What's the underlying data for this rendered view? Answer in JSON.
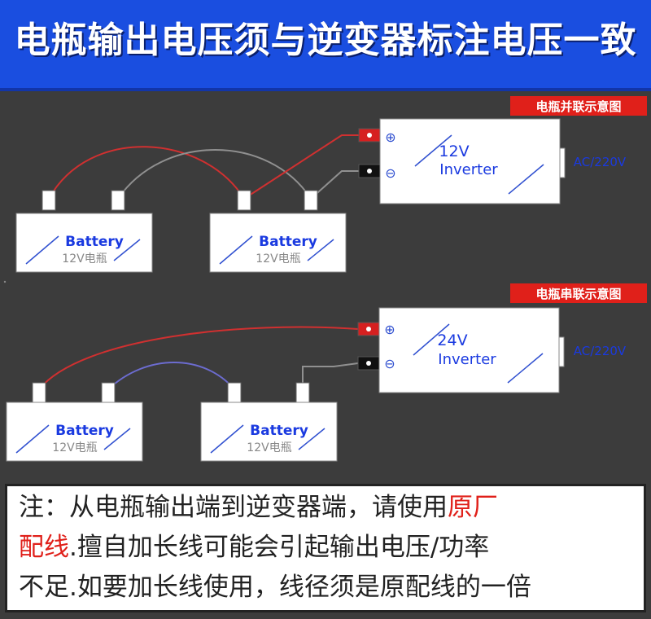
{
  "banner": {
    "title": "电瓶输出电压须与逆变器标注电压一致"
  },
  "diagrams": [
    {
      "tag": "电瓶并联示意图",
      "inverter": {
        "voltage": "12V",
        "name": "Inverter",
        "output": "AC/220V"
      },
      "batteries": [
        {
          "label": "Battery",
          "sub": "12V电瓶"
        },
        {
          "label": "Battery",
          "sub": "12V电瓶"
        }
      ]
    },
    {
      "tag": "电瓶串联示意图",
      "inverter": {
        "voltage": "24V",
        "name": "Inverter",
        "output": "AC/220V"
      },
      "batteries": [
        {
          "label": "Battery",
          "sub": "12V电瓶"
        },
        {
          "label": "Battery",
          "sub": "12V电瓶"
        }
      ]
    }
  ],
  "note": {
    "line1_text": "注：从电瓶输出端到逆变器端，请使用",
    "line1_highlight": "原厂",
    "line2_highlight": "配线",
    "line2_text": ".擅自加长线可能会引起输出电压/功率",
    "line3_text": "不足.如要加长线使用，线径须是原配线的一倍"
  },
  "colors": {
    "banner": "#1a4ee0",
    "tag": "#e0201a",
    "positive_wire": "#d03030",
    "negative_wire": "#909090",
    "series_link": "#6c6cd0",
    "output_label": "#1a3ae0"
  }
}
